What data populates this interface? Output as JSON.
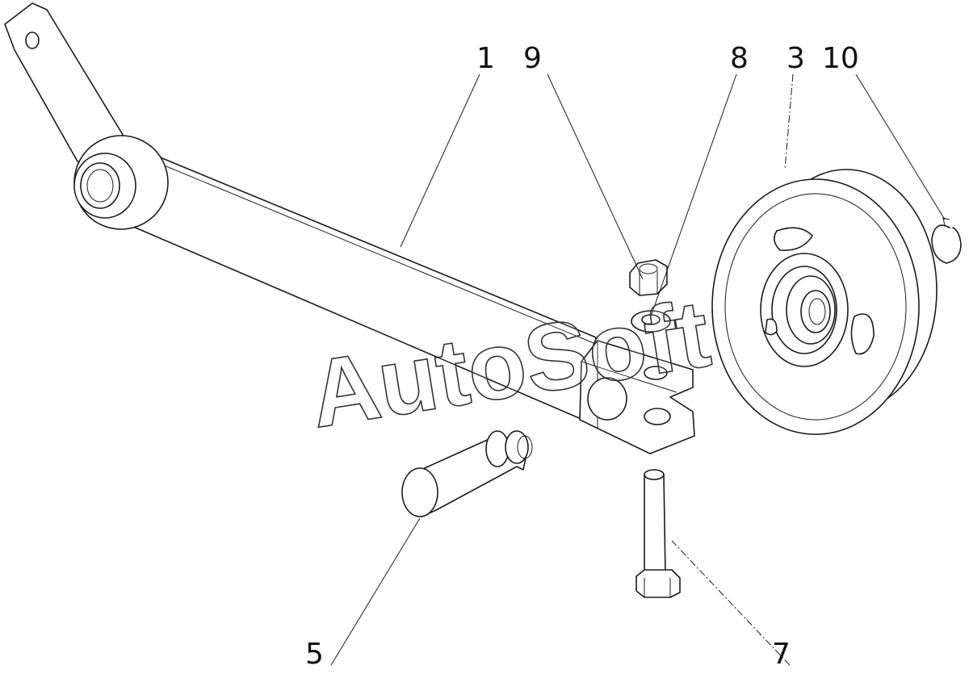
{
  "callouts": {
    "c1": "1",
    "c9": "9",
    "c8": "8",
    "c3": "3",
    "c10": "10",
    "c5": "5",
    "c7": "7"
  },
  "watermark": "AutoSoft"
}
